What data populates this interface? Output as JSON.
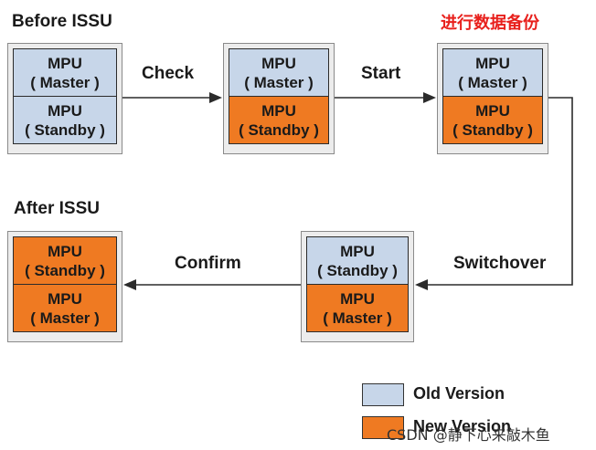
{
  "labels": {
    "before": "Before ISSU",
    "after": "After ISSU",
    "backup": "进行数据备份"
  },
  "steps": {
    "check": "Check",
    "start": "Start",
    "switchover": "Switchover",
    "confirm": "Confirm"
  },
  "cards": {
    "before": {
      "top": {
        "name": "MPU",
        "role": "( Master )",
        "version": "old"
      },
      "bottom": {
        "name": "MPU",
        "role": "( Standby )",
        "version": "old"
      }
    },
    "check": {
      "top": {
        "name": "MPU",
        "role": "( Master )",
        "version": "old"
      },
      "bottom": {
        "name": "MPU",
        "role": "( Standby )",
        "version": "new"
      }
    },
    "start": {
      "top": {
        "name": "MPU",
        "role": "( Master )",
        "version": "old"
      },
      "bottom": {
        "name": "MPU",
        "role": "( Standby )",
        "version": "new"
      }
    },
    "switchover": {
      "top": {
        "name": "MPU",
        "role": "( Standby )",
        "version": "old"
      },
      "bottom": {
        "name": "MPU",
        "role": "( Master )",
        "version": "new"
      }
    },
    "after": {
      "top": {
        "name": "MPU",
        "role": "( Standby )",
        "version": "new"
      },
      "bottom": {
        "name": "MPU",
        "role": "( Master )",
        "version": "new"
      }
    }
  },
  "legend": {
    "old": {
      "label": "Old Version",
      "color": "#c7d6e9"
    },
    "new": {
      "label": "New Version",
      "color": "#ef7a22"
    }
  },
  "watermark": "CSDN @静下心来敲木鱼"
}
